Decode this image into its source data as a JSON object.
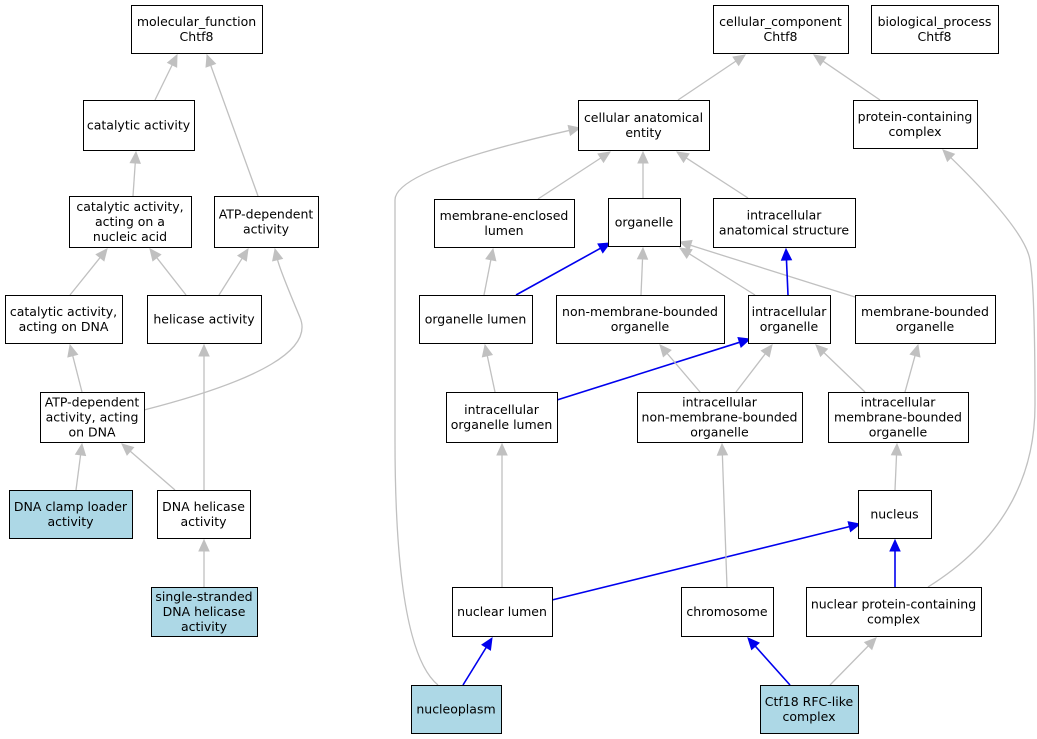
{
  "colors": {
    "node_fill_default": "#ffffff",
    "node_fill_highlight": "#add8e6",
    "edge_is_a": "#c0c0c0",
    "edge_part_of": "#0000ee"
  },
  "nodes": [
    {
      "id": "mf",
      "lines": [
        "molecular_function",
        "Chtf8"
      ],
      "highlight": false
    },
    {
      "id": "catact",
      "lines": [
        "catalytic activity"
      ],
      "highlight": false
    },
    {
      "id": "catnuc",
      "lines": [
        "catalytic activity,",
        "acting on a",
        "nucleic acid"
      ],
      "highlight": false
    },
    {
      "id": "atpdep",
      "lines": [
        "ATP-dependent",
        "activity"
      ],
      "highlight": false
    },
    {
      "id": "catdna",
      "lines": [
        "catalytic activity,",
        "acting on DNA"
      ],
      "highlight": false
    },
    {
      "id": "helicase",
      "lines": [
        "helicase activity"
      ],
      "highlight": false
    },
    {
      "id": "atpdna",
      "lines": [
        "ATP-dependent",
        "activity, acting",
        "on DNA"
      ],
      "highlight": false
    },
    {
      "id": "clamp",
      "lines": [
        "DNA clamp loader",
        "activity"
      ],
      "highlight": true
    },
    {
      "id": "dnahel",
      "lines": [
        "DNA helicase",
        "activity"
      ],
      "highlight": false
    },
    {
      "id": "ssdna",
      "lines": [
        "single-stranded",
        "DNA helicase",
        "activity"
      ],
      "highlight": true
    },
    {
      "id": "cc",
      "lines": [
        "cellular_component",
        "Chtf8"
      ],
      "highlight": false
    },
    {
      "id": "bp",
      "lines": [
        "biological_process",
        "Chtf8"
      ],
      "highlight": false
    },
    {
      "id": "cae",
      "lines": [
        "cellular anatomical",
        "entity"
      ],
      "highlight": false
    },
    {
      "id": "pcc",
      "lines": [
        "protein-containing",
        "complex"
      ],
      "highlight": false
    },
    {
      "id": "melumen",
      "lines": [
        "membrane-enclosed",
        "lumen"
      ],
      "highlight": false
    },
    {
      "id": "organelle",
      "lines": [
        "organelle"
      ],
      "highlight": false
    },
    {
      "id": "ias",
      "lines": [
        "intracellular",
        "anatomical structure"
      ],
      "highlight": false
    },
    {
      "id": "orglumen",
      "lines": [
        "organelle lumen"
      ],
      "highlight": false
    },
    {
      "id": "nmbo",
      "lines": [
        "non-membrane-bounded",
        "organelle"
      ],
      "highlight": false
    },
    {
      "id": "intorg",
      "lines": [
        "intracellular",
        "organelle"
      ],
      "highlight": false
    },
    {
      "id": "mbo",
      "lines": [
        "membrane-bounded",
        "organelle"
      ],
      "highlight": false
    },
    {
      "id": "iol",
      "lines": [
        "intracellular",
        "organelle lumen"
      ],
      "highlight": false
    },
    {
      "id": "inmbo",
      "lines": [
        "intracellular",
        "non-membrane-bounded",
        "organelle"
      ],
      "highlight": false
    },
    {
      "id": "imbo",
      "lines": [
        "intracellular",
        "membrane-bounded",
        "organelle"
      ],
      "highlight": false
    },
    {
      "id": "nucleus",
      "lines": [
        "nucleus"
      ],
      "highlight": false
    },
    {
      "id": "nuclumen",
      "lines": [
        "nuclear lumen"
      ],
      "highlight": false
    },
    {
      "id": "chromosome",
      "lines": [
        "chromosome"
      ],
      "highlight": false
    },
    {
      "id": "npcc",
      "lines": [
        "nuclear protein-containing",
        "complex"
      ],
      "highlight": false
    },
    {
      "id": "nucleoplasm",
      "lines": [
        "nucleoplasm"
      ],
      "highlight": true
    },
    {
      "id": "ctf18",
      "lines": [
        "Ctf18 RFC-like",
        "complex"
      ],
      "highlight": true
    }
  ],
  "edges": [
    {
      "from": "catact",
      "to": "mf",
      "type": "is_a"
    },
    {
      "from": "atpdep",
      "to": "mf",
      "type": "is_a"
    },
    {
      "from": "catnuc",
      "to": "catact",
      "type": "is_a"
    },
    {
      "from": "catdna",
      "to": "catnuc",
      "type": "is_a"
    },
    {
      "from": "helicase",
      "to": "catnuc",
      "type": "is_a"
    },
    {
      "from": "helicase",
      "to": "atpdep",
      "type": "is_a"
    },
    {
      "from": "atpdna",
      "to": "catdna",
      "type": "is_a"
    },
    {
      "from": "atpdna",
      "to": "atpdep",
      "type": "is_a"
    },
    {
      "from": "clamp",
      "to": "atpdna",
      "type": "is_a"
    },
    {
      "from": "dnahel",
      "to": "atpdna",
      "type": "is_a"
    },
    {
      "from": "dnahel",
      "to": "helicase",
      "type": "is_a"
    },
    {
      "from": "ssdna",
      "to": "dnahel",
      "type": "is_a"
    },
    {
      "from": "cae",
      "to": "cc",
      "type": "is_a"
    },
    {
      "from": "pcc",
      "to": "cc",
      "type": "is_a"
    },
    {
      "from": "melumen",
      "to": "cae",
      "type": "is_a"
    },
    {
      "from": "organelle",
      "to": "cae",
      "type": "is_a"
    },
    {
      "from": "ias",
      "to": "cae",
      "type": "is_a"
    },
    {
      "from": "nucleoplasm",
      "to": "cae",
      "type": "is_a"
    },
    {
      "from": "orglumen",
      "to": "melumen",
      "type": "is_a"
    },
    {
      "from": "orglumen",
      "to": "organelle",
      "type": "part_of"
    },
    {
      "from": "nmbo",
      "to": "organelle",
      "type": "is_a"
    },
    {
      "from": "intorg",
      "to": "organelle",
      "type": "is_a"
    },
    {
      "from": "mbo",
      "to": "organelle",
      "type": "is_a"
    },
    {
      "from": "intorg",
      "to": "ias",
      "type": "part_of"
    },
    {
      "from": "iol",
      "to": "orglumen",
      "type": "is_a"
    },
    {
      "from": "iol",
      "to": "intorg",
      "type": "part_of"
    },
    {
      "from": "inmbo",
      "to": "nmbo",
      "type": "is_a"
    },
    {
      "from": "inmbo",
      "to": "intorg",
      "type": "is_a"
    },
    {
      "from": "imbo",
      "to": "intorg",
      "type": "is_a"
    },
    {
      "from": "imbo",
      "to": "mbo",
      "type": "is_a"
    },
    {
      "from": "nucleus",
      "to": "imbo",
      "type": "is_a"
    },
    {
      "from": "nuclumen",
      "to": "iol",
      "type": "is_a"
    },
    {
      "from": "nuclumen",
      "to": "nucleus",
      "type": "part_of"
    },
    {
      "from": "chromosome",
      "to": "inmbo",
      "type": "is_a"
    },
    {
      "from": "npcc",
      "to": "nucleus",
      "type": "part_of"
    },
    {
      "from": "npcc",
      "to": "pcc",
      "type": "is_a"
    },
    {
      "from": "nucleoplasm",
      "to": "nuclumen",
      "type": "part_of"
    },
    {
      "from": "ctf18",
      "to": "chromosome",
      "type": "part_of"
    },
    {
      "from": "ctf18",
      "to": "npcc",
      "type": "is_a"
    }
  ]
}
